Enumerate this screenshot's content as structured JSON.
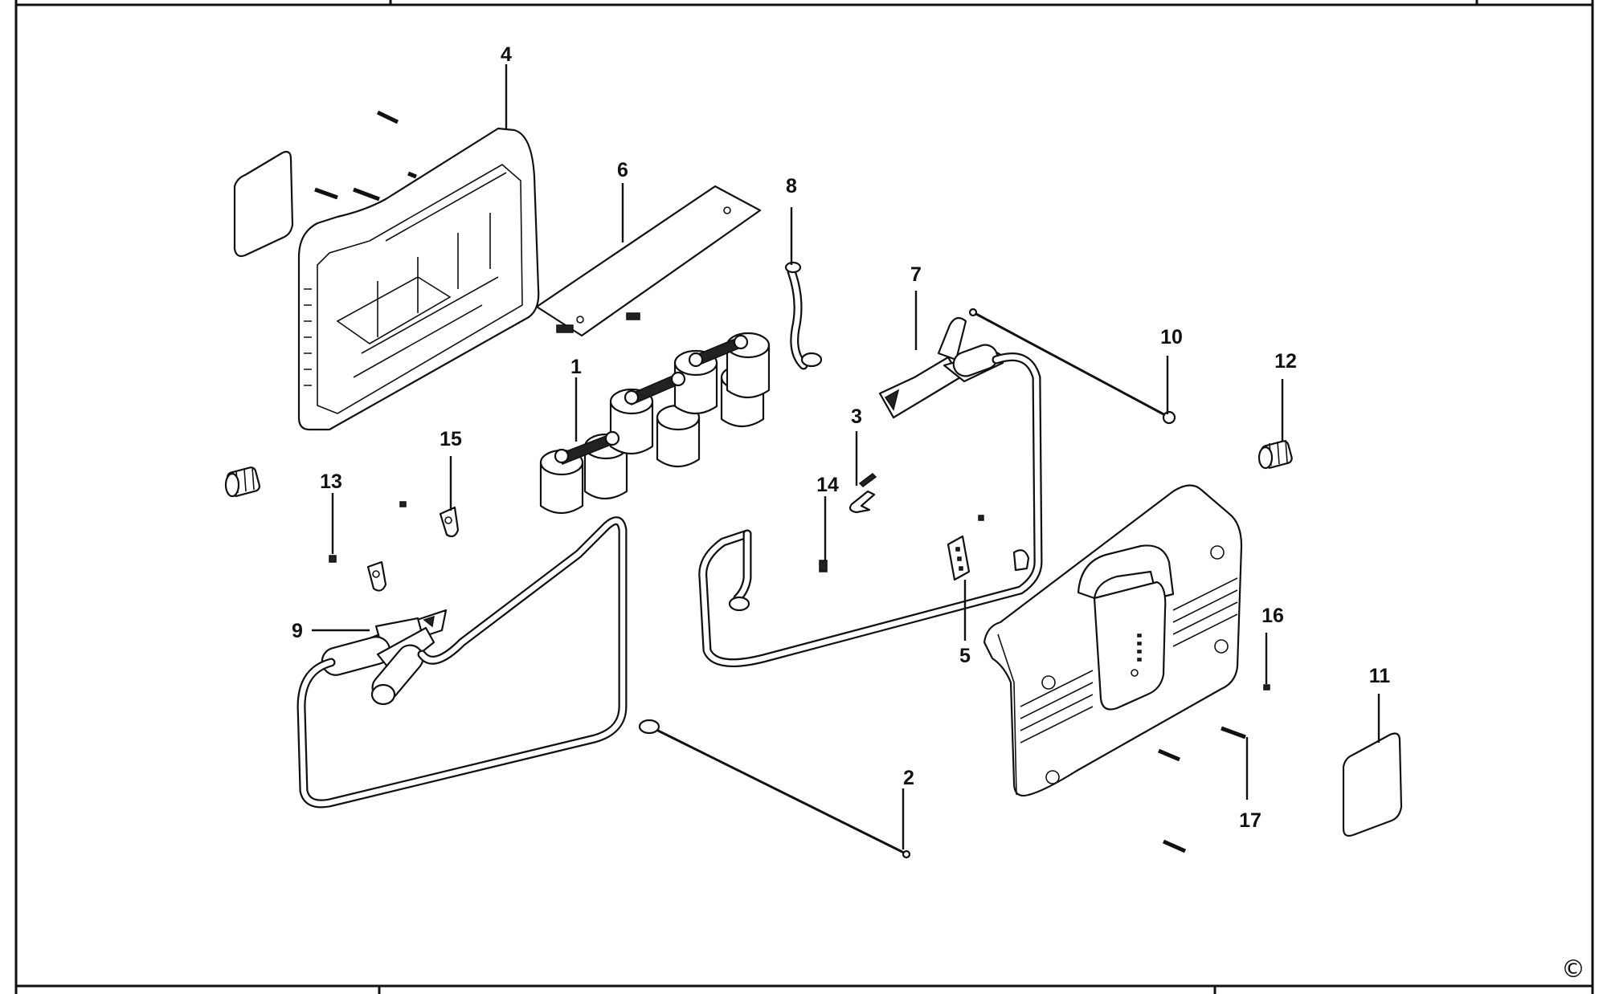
{
  "callouts": {
    "c1": "1",
    "c2": "2",
    "c3": "3",
    "c4": "4",
    "c5": "5",
    "c6": "6",
    "c7": "7",
    "c8": "8",
    "c9": "9",
    "c10": "10",
    "c11": "11",
    "c12": "12",
    "c13": "13",
    "c14": "14",
    "c15": "15",
    "c16": "16",
    "c17": "17"
  },
  "copyright_symbol": "©"
}
